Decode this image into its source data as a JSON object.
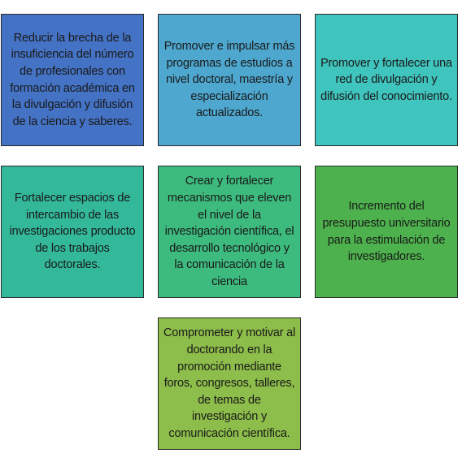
{
  "boxes": [
    {
      "text": "Reducir la brecha de la insuficiencia del número de profesionales con formación académica en la divulgación y difusión de la ciencia y saberes.",
      "color": "#4472c4"
    },
    {
      "text": "Promover e impulsar más programas de estudios a nivel doctoral, maestría y especialización actualizados.",
      "color": "#4ea7cf"
    },
    {
      "text": "Promover y fortalecer una red de divulgación y difusión del conocimiento.",
      "color": "#40c4be"
    },
    {
      "text": "Fortalecer espacios de intercambio de las investigaciones producto de los trabajos doctorales.",
      "color": "#33b89a"
    },
    {
      "text": "Crear y fortalecer mecanismos que eleven el nivel de la investigación científica, el desarrollo tecnológico y la comunicación de la ciencia",
      "color": "#3dbb7e"
    },
    {
      "text": "Incremento del presupuesto universitario para la estimulación de investigadores.",
      "color": "#4db24d"
    },
    {
      "text": "Comprometer  y motivar al doctorando en la promoción mediante foros, congresos, talleres, de temas de investigación y comunicación científica.",
      "color": "#8dbd4a"
    }
  ]
}
